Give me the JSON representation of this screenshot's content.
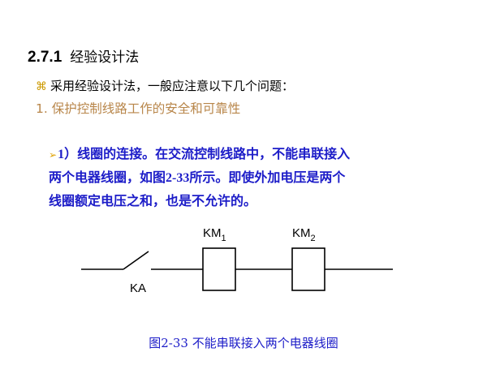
{
  "section": {
    "number": "2.7.1",
    "title": "经验设计法"
  },
  "bullet": {
    "icon": "command-key-icon",
    "icon_glyph": "⌘",
    "text": "采用经验设计法，一般应注意以下几个问题："
  },
  "item1": {
    "text": "1. 保护控制线路工作的安全和可靠性"
  },
  "point": {
    "icon": "arrow-bullet-icon",
    "icon_glyph": "➢",
    "lead": "1）",
    "line1_rest": "线圈的连接。在交流控制线路中，不能串联接入",
    "line2_pre": "两个电器线圈，如图",
    "fig_ref": "2-33",
    "line2_post": "所示。即使外加电压是两个",
    "line3": "线圈额定电压之和，也是不允许的。"
  },
  "diagram": {
    "switch_label": "KA",
    "coil1_label": "KM",
    "coil1_sub": "1",
    "coil2_label": "KM",
    "coil2_sub": "2"
  },
  "caption": {
    "text": "图2-33  不能串联接入两个电器线圈"
  },
  "colors": {
    "heading": "#000000",
    "item": "#b8864a",
    "paragraph": "#1c1cc8",
    "caption": "#1c1cc8",
    "bullet_icon": "#cc9900"
  }
}
